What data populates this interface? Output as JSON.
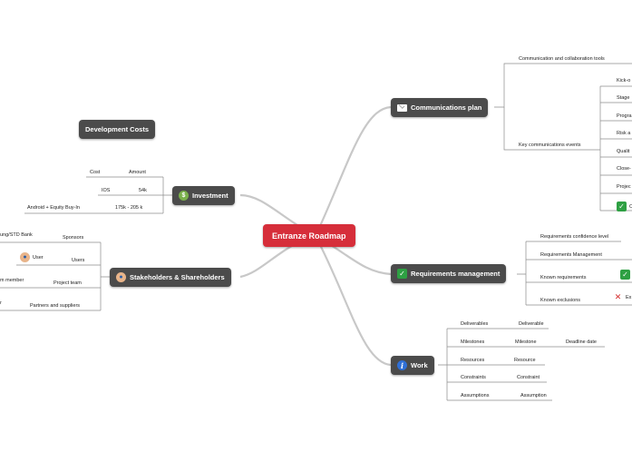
{
  "central": {
    "label": "Entranze Roadmap"
  },
  "development_costs": {
    "label": "Development Costs"
  },
  "communications": {
    "label": "Communications plan",
    "icon": "envelope-icon",
    "tools": "Communication and collaboration tools",
    "events_label": "Key communications events",
    "events": [
      "Kick-o",
      "Stage",
      "Progra",
      "Risk a",
      "Qualit",
      "Close-",
      "Projec",
      "C"
    ]
  },
  "investment": {
    "label": "Investment",
    "icon": "money-bag-icon",
    "headers": [
      "Cost",
      "Amount"
    ],
    "rows": [
      [
        "IOS",
        "54k"
      ],
      [
        "Android + Equity Buy-In",
        "175k - 205 k"
      ]
    ]
  },
  "stakeholders": {
    "label": "Stakeholders & Shareholders",
    "icon": "person-icon",
    "items": [
      {
        "label": "Sponsors",
        "detail": "ung/STD Bank"
      },
      {
        "label": "Users",
        "detail": "User"
      },
      {
        "label": "Project team",
        "detail": "m member"
      },
      {
        "label": "Partners and suppliers",
        "detail": "r"
      }
    ]
  },
  "requirements": {
    "label": "Requirements management",
    "icon": "check-icon",
    "items": [
      "Requirements confidence level",
      "Requirements Management",
      "Known requirements",
      "Known exclusions"
    ],
    "exclusion_detail": "Ex"
  },
  "work": {
    "label": "Work",
    "icon": "info-icon",
    "rows": [
      {
        "label": "Deliverables",
        "detail": "Deliverable"
      },
      {
        "label": "Milestones",
        "detail": "Milestone",
        "extra": "Deadline date"
      },
      {
        "label": "Resources",
        "detail": "Resource"
      },
      {
        "label": "Constraints",
        "detail": "Constraint"
      },
      {
        "label": "Assumptions",
        "detail": "Assumption"
      }
    ]
  },
  "colors": {
    "node": "#4b4b4b",
    "central": "#d62e3a",
    "branch": "#c8c8c8",
    "leaf_line": "#8c8c8c"
  }
}
